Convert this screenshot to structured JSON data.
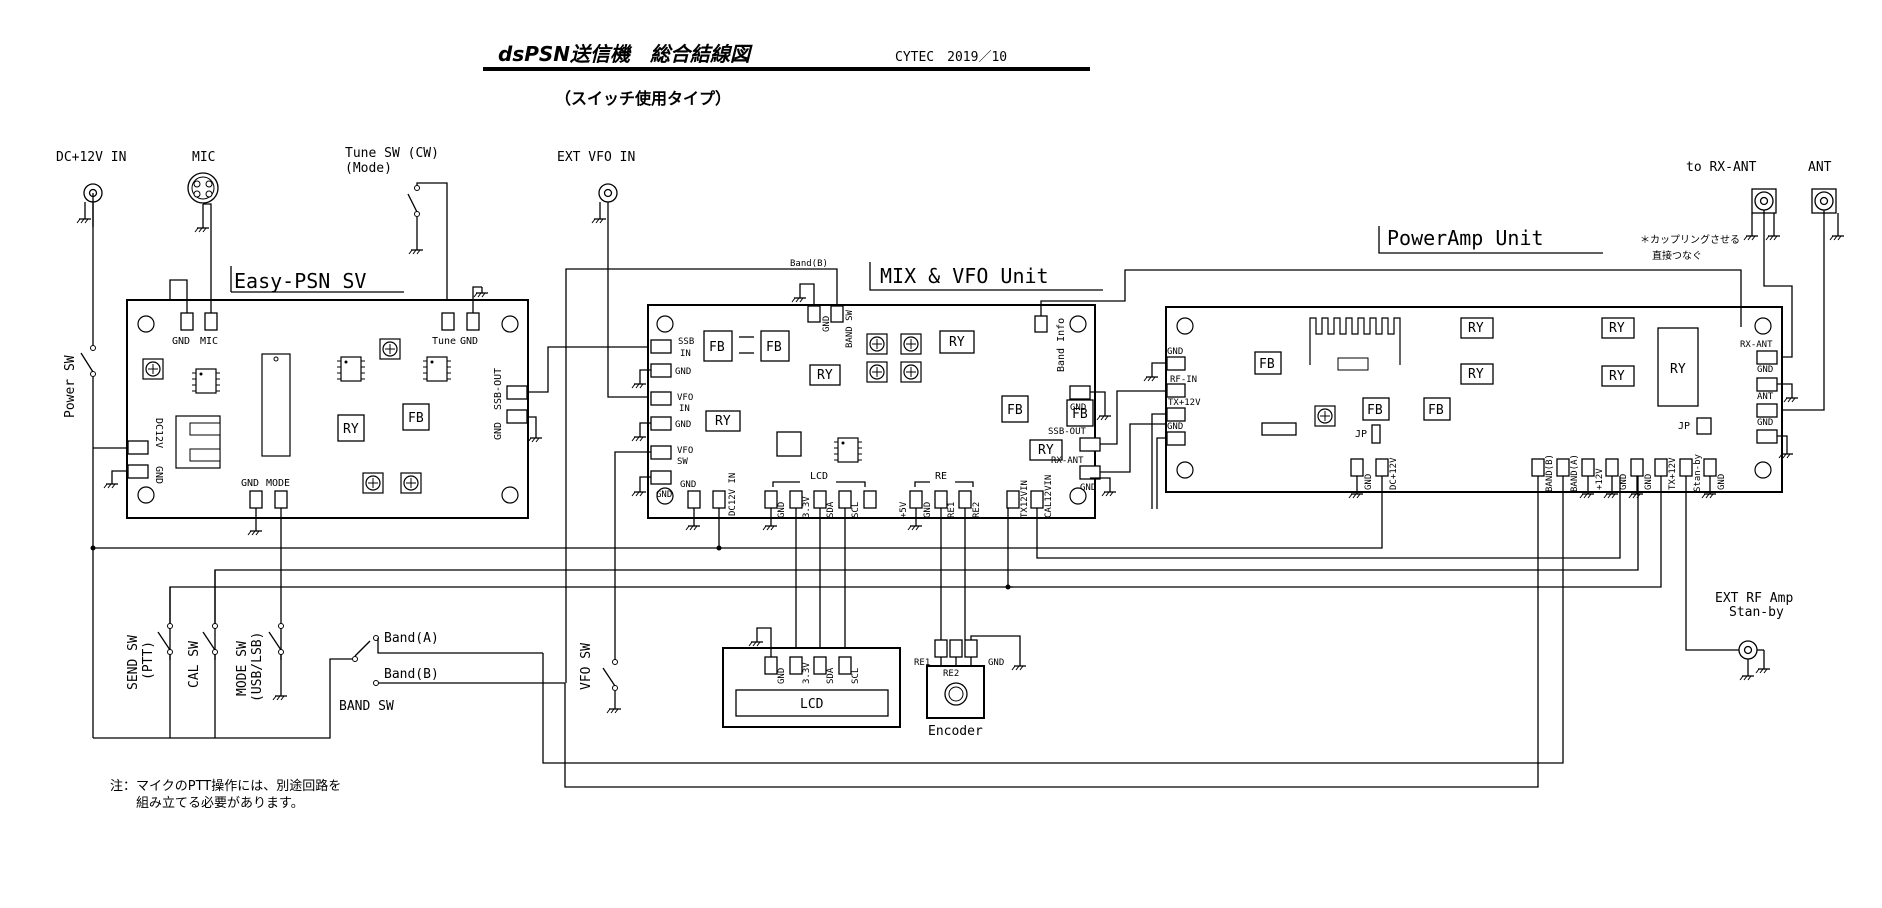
{
  "header": {
    "title": "dsPSN送信機　総合結線図",
    "author_date": "CYTEC　2019／10",
    "subtitle": "（スイッチ使用タイプ）"
  },
  "note": {
    "line1": "注：マイクのPTT操作には、別途回路を",
    "line2": "組み立てる必要があります。",
    "coupling1": "＊カップリングさせる",
    "coupling2": "直接つなぐ"
  },
  "top_labels": {
    "dc_in": "DC+12V IN",
    "mic": "MIC",
    "tune_sw": "Tune SW (CW)",
    "tune_mode": "(Mode)",
    "ext_vfo": "EXT VFO IN",
    "to_rx_ant": "to RX-ANT",
    "ant": "ANT",
    "band_b_top": "Band(B)"
  },
  "boards": {
    "easy": {
      "title": "Easy-PSN SV",
      "pins": [
        "GND",
        "MIC",
        "Tune",
        "GND",
        "GND",
        "MODE",
        "SSB-OUT",
        "GND",
        "DC12V",
        "GND"
      ]
    },
    "mix": {
      "title": "MIX & VFO Unit",
      "left_pins": [
        "SSB",
        "IN",
        "GND",
        "VFO",
        "IN",
        "GND",
        "VFO",
        "SW",
        "GND"
      ],
      "top_pins": [
        "GND",
        "BAND SW",
        "Band Info"
      ],
      "right_pins": [
        "GND",
        "SSB-OUT",
        "RX-ANT",
        "GND"
      ],
      "bottom_pins": [
        "GND",
        "DC12V IN",
        "GND",
        "3.3V",
        "SDA",
        "SCL",
        "+5V",
        "GND",
        "RE1",
        "RE2",
        "TX12VIN",
        "CAL12VIN"
      ],
      "group_lcd": "LCD",
      "group_re": "RE"
    },
    "pa": {
      "title": "PowerAmp Unit",
      "left_pins": [
        "GND",
        "RF-IN",
        "TX+12V",
        "GND"
      ],
      "right_pins": [
        "RX-ANT",
        "GND",
        "ANT",
        "GND"
      ],
      "bottom_pins": [
        "GND",
        "DC+12V",
        "BAND(B)",
        "BAND(A)",
        "+12V",
        "GND",
        "GND",
        "TX+12V",
        "Stan-by",
        "GND"
      ]
    }
  },
  "parts": {
    "ry": "RY",
    "fb": "FB",
    "jp": "JP",
    "lcd": "LCD",
    "lcd_pins": [
      "GND",
      "3.3V",
      "SDA",
      "SCL"
    ],
    "encoder": "Encoder",
    "enc_pins": [
      "RE1",
      "RE2",
      "GND"
    ]
  },
  "switches": {
    "power": "Power SW",
    "send": "SEND SW",
    "send_sub": "(PTT)",
    "cal": "CAL SW",
    "mode": "MODE SW",
    "mode_sub": "(USB/LSB)",
    "band_a": "Band(A)",
    "band_b": "Band(B)",
    "band_sw": "BAND SW",
    "vfo": "VFO SW",
    "ext_rf1": "EXT RF Amp",
    "ext_rf2": "Stan-by"
  }
}
